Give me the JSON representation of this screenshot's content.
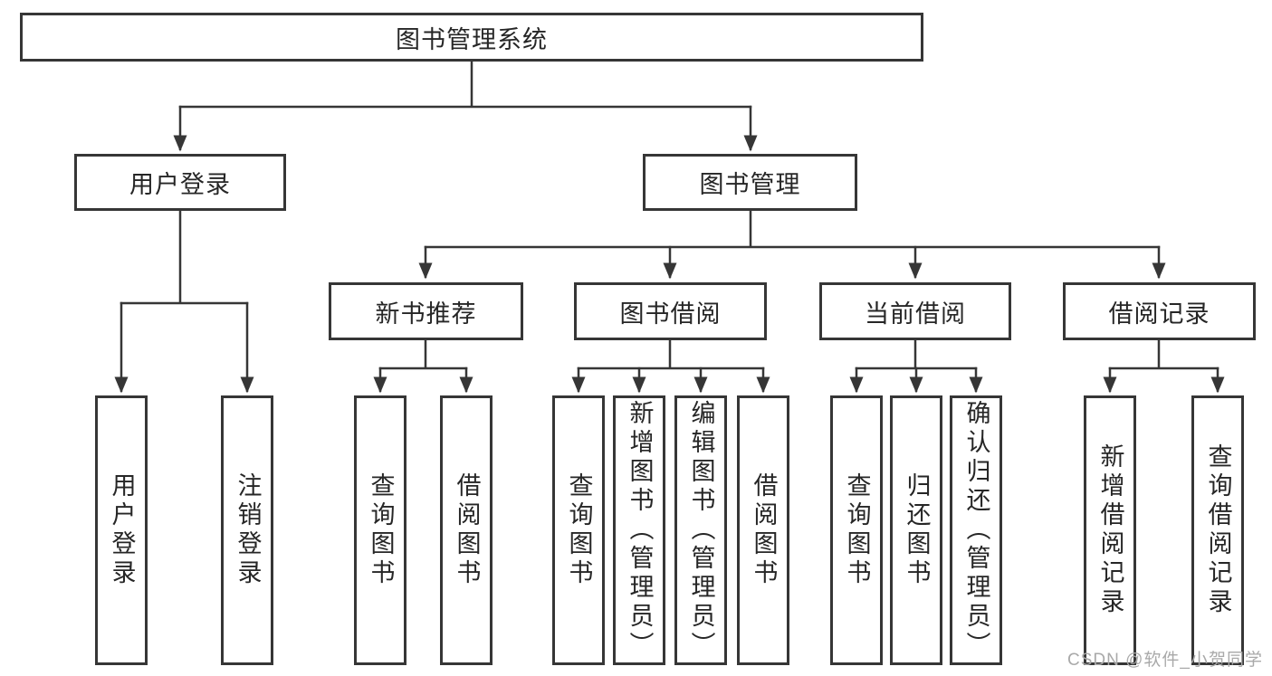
{
  "tree": {
    "label": "图书管理系统",
    "children": [
      {
        "label": "用户登录",
        "children": [
          {
            "label": "用户登录"
          },
          {
            "label": "注销登录"
          }
        ]
      },
      {
        "label": "图书管理",
        "children": [
          {
            "label": "新书推荐",
            "children": [
              {
                "label": "查询图书"
              },
              {
                "label": "借阅图书"
              }
            ]
          },
          {
            "label": "图书借阅",
            "children": [
              {
                "label": "查询图书"
              },
              {
                "label": "新增图书（管理员）"
              },
              {
                "label": "编辑图书（管理员）"
              },
              {
                "label": "借阅图书"
              }
            ]
          },
          {
            "label": "当前借阅",
            "children": [
              {
                "label": "查询图书"
              },
              {
                "label": "归还图书"
              },
              {
                "label": "确认归还（管理员）"
              }
            ]
          },
          {
            "label": "借阅记录",
            "children": [
              {
                "label": "新增借阅记录"
              },
              {
                "label": "查询借阅记录"
              }
            ]
          }
        ]
      }
    ]
  },
  "watermark": {
    "text": "CSDN @软件_小贺同学"
  },
  "colors": {
    "line": "#363636",
    "text": "#262626",
    "watermark": "#a9a9a9"
  }
}
